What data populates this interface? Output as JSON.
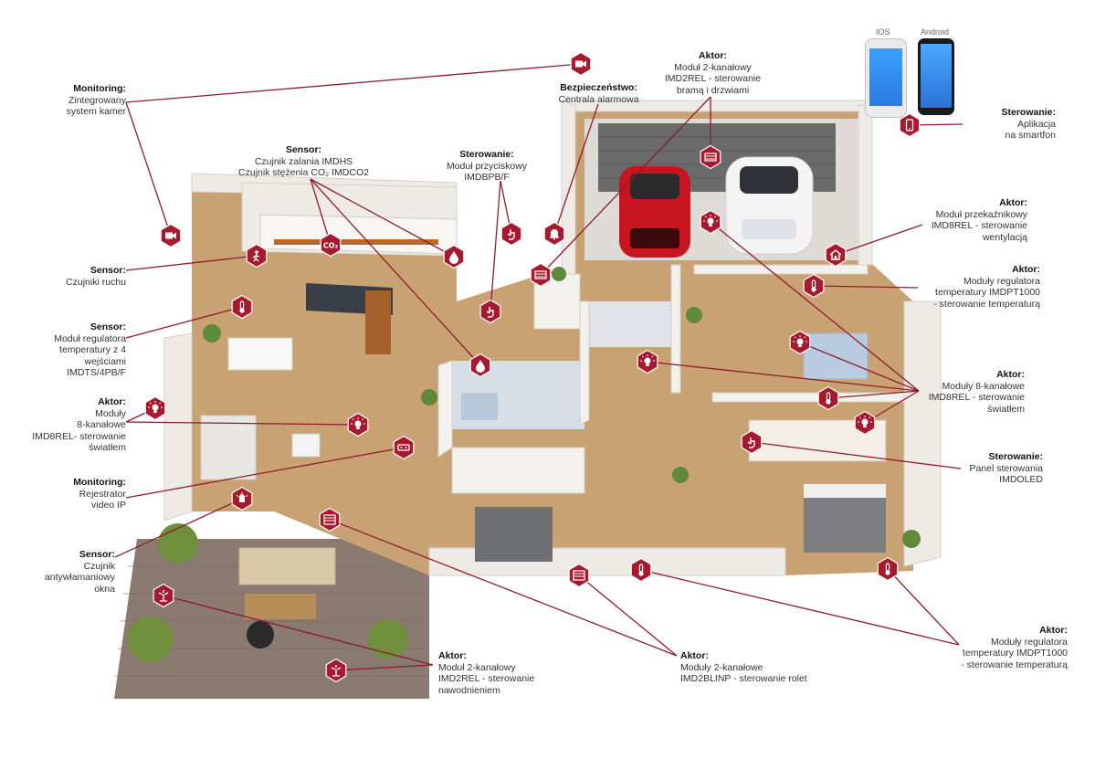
{
  "colors": {
    "accent": "#a6192e",
    "line": "#8e1b2e",
    "floor": "#c49a6c",
    "wall": "#f2f0ec",
    "garage": "#6b6b6b",
    "terrace": "#8a7a70"
  },
  "labels": {
    "monitoring_cam": {
      "title": "Monitoring:",
      "desc": "Zintegrowany\nsystem kamer"
    },
    "sensor_flood": {
      "title": "Sensor:",
      "desc": "Czujnik zalania IMDHS\nCzujnik stężenia CO₂ IMDCO2"
    },
    "control_buttons": {
      "title": "Sterowanie:",
      "desc": "Moduł przyciskowy\nIMDBPB/F"
    },
    "security": {
      "title": "Bezpieczeństwo:",
      "desc": "Centrala alarmowa"
    },
    "actor_gate": {
      "title": "Aktor:",
      "desc": "Moduł 2-kanałowy\nIMD2REL - sterowanie\nbramą i drzwiami"
    },
    "control_app": {
      "title": "Sterowanie:",
      "desc": "Aplikacja\nna smartfon"
    },
    "actor_vent": {
      "title": "Aktor:",
      "desc": "Moduł przekaźnikowy\nIMD8REL - sterowanie\nwentylacją"
    },
    "sensor_motion": {
      "title": "Sensor:",
      "desc": "Czujniki ruchu"
    },
    "actor_temp_right": {
      "title": "Aktor:",
      "desc": "Moduły regulatora\ntemperatury IMDPT1000\n- sterowanie temperaturą"
    },
    "sensor_temp": {
      "title": "Sensor:",
      "desc": "Moduł regulatora\ntemperatury z 4\nwejściami\nIMDTS/4PB/F"
    },
    "actor_light_left": {
      "title": "Aktor:",
      "desc": "Moduły\n8-kanałowe\nIMD8REL- sterowanie\nświatłem"
    },
    "actor_light_right": {
      "title": "Aktor:",
      "desc": "Moduły 8-kanałowe\nIMD8REL - sterowanie\nświatłem"
    },
    "control_panel": {
      "title": "Sterowanie:",
      "desc": "Panel sterowania\nIMDOLED"
    },
    "monitoring_ip": {
      "title": "Monitoring:",
      "desc": "Rejestrator\nvideo IP"
    },
    "sensor_window": {
      "title": "Sensor:",
      "desc": "Czujnik\nantywłamaniowy\nokna"
    },
    "actor_irrigation": {
      "title": "Aktor:",
      "desc": "Moduł 2-kanałowy\nIMD2REL - sterowanie\nnawodnieniem"
    },
    "actor_blinds": {
      "title": "Aktor:",
      "desc": "Moduły 2-kanałowe\nIMD2BLINP - sterowanie rolet"
    },
    "actor_temp_bottom": {
      "title": "Aktor:",
      "desc": "Moduły regulatora\ntemperatury IMDPT1000\n- sterowanie temperaturą"
    }
  },
  "phones": {
    "ios": "IOS",
    "android": "Android"
  },
  "hex_icons": {
    "camera": "camera-icon",
    "alarm": "bell-icon",
    "gate": "gate-icon",
    "co2": "CO₂",
    "water": "water-drop-icon",
    "motion": "motion-icon",
    "thermo": "thermometer-icon",
    "bulb": "bulb-icon",
    "recorder": "recorder-icon",
    "touch": "touch-icon",
    "app": "phone-icon",
    "home": "home-icon",
    "blinds": "blinds-icon",
    "sprinkler": "sprinkler-icon",
    "window": "window-sensor-icon"
  }
}
